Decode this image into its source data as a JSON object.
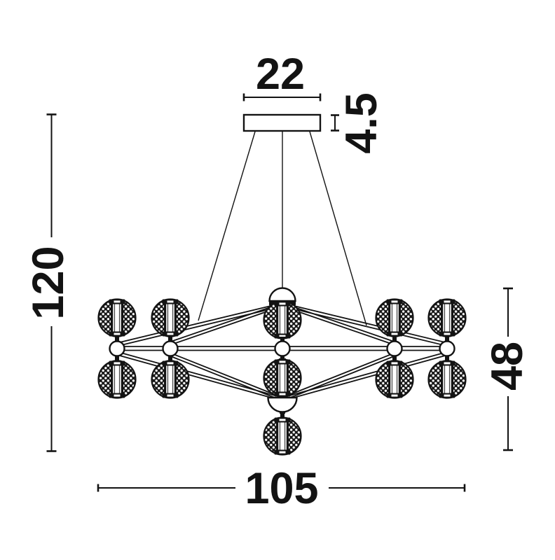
{
  "dimensions": {
    "canopy_width": "22",
    "canopy_thickness": "4.5",
    "overall_height": "120",
    "body_height": "48",
    "body_width": "105"
  },
  "colors": {
    "line": "#131313",
    "background": "#ffffff"
  }
}
